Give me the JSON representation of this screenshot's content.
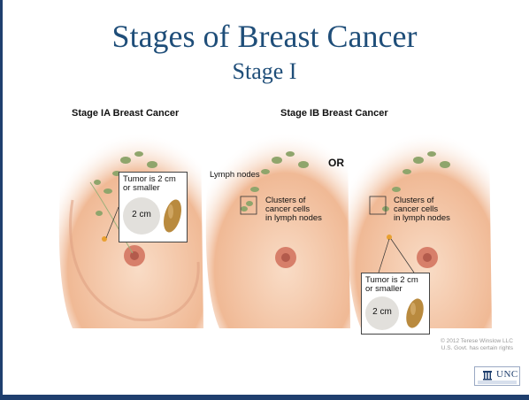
{
  "slide": {
    "title": "Stages of Breast Cancer",
    "subtitle": "Stage I"
  },
  "panels": {
    "left_heading": "Stage IA Breast Cancer",
    "right_heading": "Stage IB Breast Cancer",
    "or_label": "OR"
  },
  "callouts": {
    "tumor_line1": "Tumor is 2 cm",
    "tumor_line2": "or smaller",
    "size": "2 cm",
    "cluster_line1": "Clusters of",
    "cluster_line2": "cancer cells",
    "cluster_line3": "in lymph nodes",
    "lymph_nodes": "Lymph nodes"
  },
  "credits": {
    "line1": "© 2012 Terese Winslow LLC",
    "line2": "U.S. Govt. has certain rights"
  },
  "logo": {
    "word": "UNC",
    "icon": "unc-column-icon"
  },
  "colors": {
    "title": "#1f4e79",
    "frame": "#1f3f6e",
    "skin": "#f3c6a6",
    "skin_shadow": "#e3a07f",
    "node": "#8fa56c",
    "tumor": "#b98a3e"
  }
}
